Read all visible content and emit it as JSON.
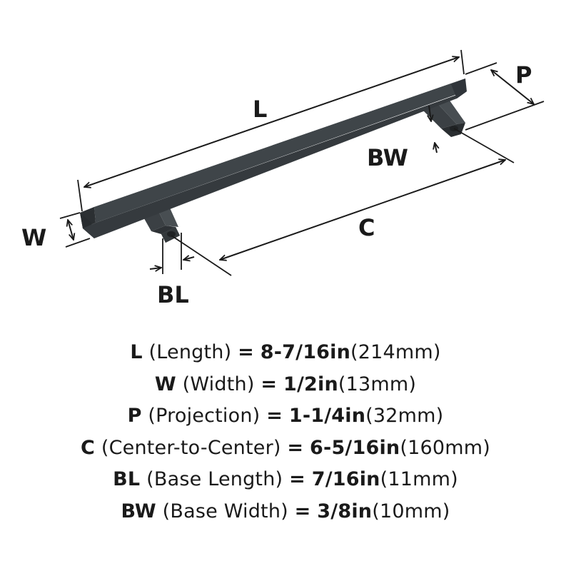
{
  "diagram": {
    "labels": {
      "L": "L",
      "P": "P",
      "BW": "BW",
      "W": "W",
      "C": "C",
      "BL": "BL"
    },
    "colors": {
      "handle_top": "#4c5256",
      "handle_side": "#353a3e",
      "handle_end": "#282c2f",
      "line": "#1a1a1a"
    }
  },
  "specs": [
    {
      "code": "L",
      "name": "(Length)",
      "eq": "=",
      "imperial": "8-7/16in",
      "metric": "(214mm)"
    },
    {
      "code": "W",
      "name": "(Width)",
      "eq": "=",
      "imperial": "1/2in",
      "metric": "(13mm)"
    },
    {
      "code": "P",
      "name": "(Projection)",
      "eq": "=",
      "imperial": "1-1/4in",
      "metric": "(32mm)"
    },
    {
      "code": "C",
      "name": "(Center-to-Center)",
      "eq": "=",
      "imperial": "6-5/16in",
      "metric": "(160mm)"
    },
    {
      "code": "BL",
      "name": "(Base Length)",
      "eq": "=",
      "imperial": "7/16in",
      "metric": "(11mm)"
    },
    {
      "code": "BW",
      "name": "(Base Width)",
      "eq": "=",
      "imperial": "3/8in",
      "metric": "(10mm)"
    }
  ]
}
